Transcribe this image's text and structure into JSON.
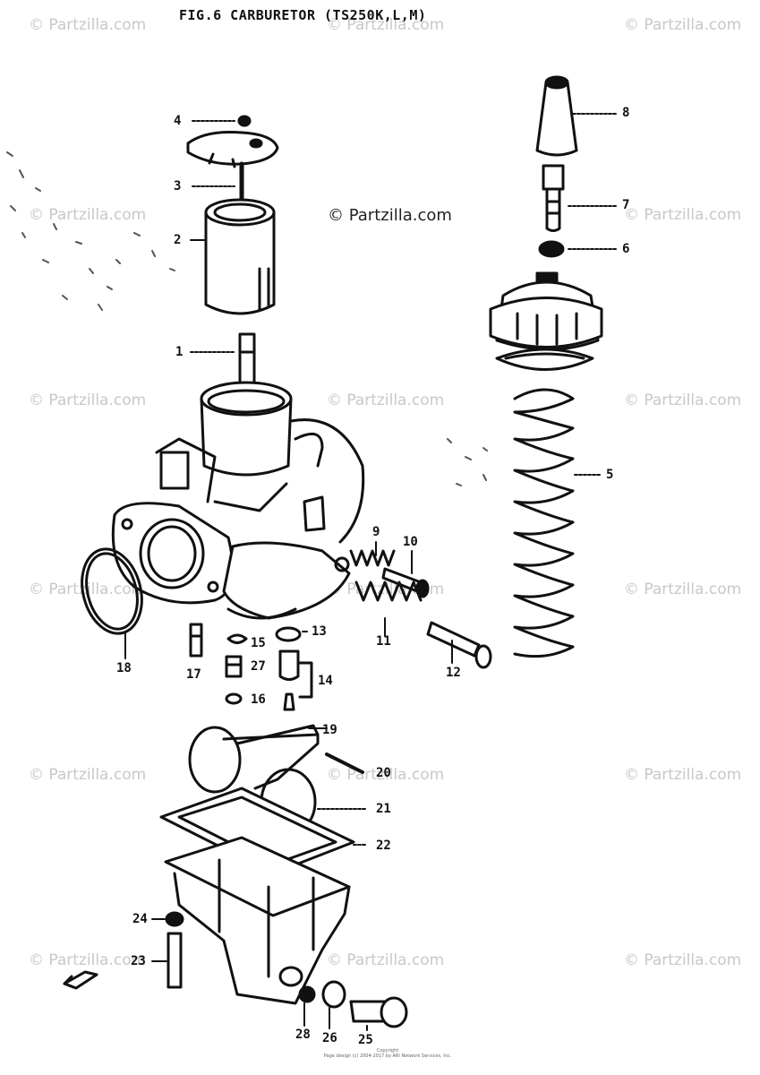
{
  "figure": {
    "title": "FIG.6  CARBURETOR (TS250K,L,M)",
    "watermark_main": "© Partzilla.com",
    "watermark_tile": "© Partzilla.com",
    "copyright_line1": "Copyright",
    "copyright_line2": "Page design (c) 2004-2017 by ARI Network Services, Inc."
  },
  "callouts": [
    {
      "id": "c4",
      "label": "4"
    },
    {
      "id": "c3",
      "label": "3"
    },
    {
      "id": "c2",
      "label": "2"
    },
    {
      "id": "c1",
      "label": "1"
    },
    {
      "id": "c8",
      "label": "8"
    },
    {
      "id": "c7",
      "label": "7"
    },
    {
      "id": "c6",
      "label": "6"
    },
    {
      "id": "c5",
      "label": "5"
    },
    {
      "id": "c9",
      "label": "9"
    },
    {
      "id": "c10",
      "label": "10"
    },
    {
      "id": "c11",
      "label": "11"
    },
    {
      "id": "c12",
      "label": "12"
    },
    {
      "id": "c13",
      "label": "13"
    },
    {
      "id": "c14",
      "label": "14"
    },
    {
      "id": "c15",
      "label": "15"
    },
    {
      "id": "c16",
      "label": "16"
    },
    {
      "id": "c17",
      "label": "17"
    },
    {
      "id": "c18",
      "label": "18"
    },
    {
      "id": "c19",
      "label": "19"
    },
    {
      "id": "c20",
      "label": "20"
    },
    {
      "id": "c21",
      "label": "21"
    },
    {
      "id": "c22",
      "label": "22"
    },
    {
      "id": "c23",
      "label": "23"
    },
    {
      "id": "c24",
      "label": "24"
    },
    {
      "id": "c25",
      "label": "25"
    },
    {
      "id": "c26",
      "label": "26"
    },
    {
      "id": "c27",
      "label": "27"
    },
    {
      "id": "c28",
      "label": "28"
    }
  ]
}
